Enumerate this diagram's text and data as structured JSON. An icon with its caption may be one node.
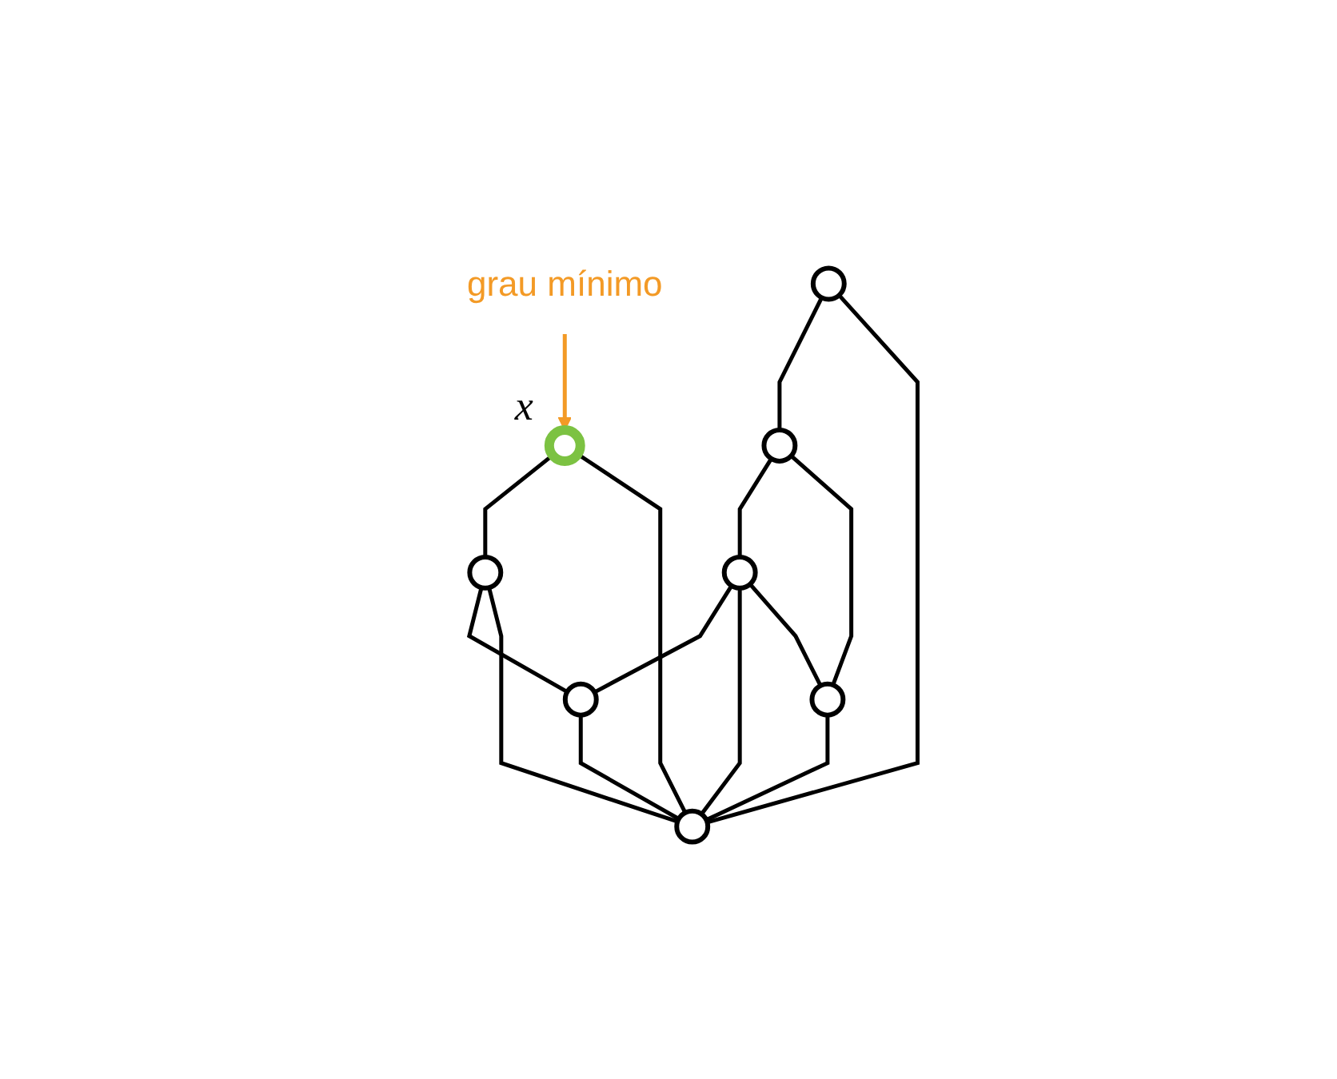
{
  "diagram": {
    "nodes": [
      {
        "text": [
          "grau mínimo"
        ]
      },
      {
        "text": [],
        "shape": "circle",
        "beside": [
          "x"
        ]
      },
      {
        "text": [],
        "shape": "circle"
      },
      {
        "text": [],
        "shape": "circle"
      },
      {
        "text": [],
        "shape": "circle"
      },
      {
        "text": [],
        "shape": "circle"
      },
      {
        "text": [],
        "shape": "circle"
      },
      {
        "text": [],
        "shape": "circle"
      },
      {
        "text": [],
        "shape": "circle"
      }
    ],
    "edges": [
      {
        "from": 0,
        "to": 1,
        "arrow": "to",
        "color": "#f39a26"
      },
      {
        "from": 1,
        "to": 2,
        "arrow": "none"
      },
      {
        "from": 1,
        "to": 6,
        "arrow": "none"
      },
      {
        "from": 2,
        "to": 7,
        "arrow": "none"
      },
      {
        "from": 2,
        "to": 6,
        "arrow": "none"
      },
      {
        "from": 3,
        "to": 5,
        "arrow": "none"
      },
      {
        "from": 3,
        "to": 6,
        "arrow": "none"
      },
      {
        "from": 5,
        "to": 4,
        "arrow": "none"
      },
      {
        "from": 5,
        "to": 8,
        "arrow": "none"
      },
      {
        "from": 4,
        "to": 7,
        "arrow": "none"
      },
      {
        "from": 4,
        "to": 6,
        "arrow": "none"
      },
      {
        "from": 4,
        "to": 8,
        "arrow": "none"
      },
      {
        "from": 7,
        "to": 6,
        "arrow": "none"
      },
      {
        "from": 8,
        "to": 6,
        "arrow": "none"
      }
    ]
  }
}
